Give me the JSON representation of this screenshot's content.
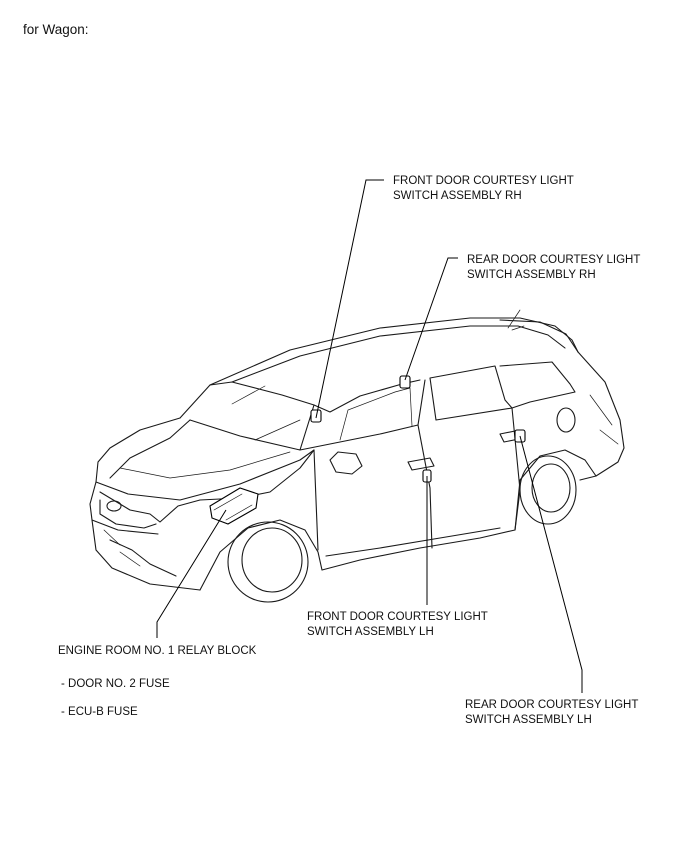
{
  "header": "for Wagon:",
  "labels": {
    "front_rh": [
      "FRONT DOOR COURTESY LIGHT",
      "SWITCH ASSEMBLY RH"
    ],
    "rear_rh": [
      "REAR DOOR COURTESY LIGHT",
      "SWITCH ASSEMBLY RH"
    ],
    "front_lh": [
      "FRONT DOOR COURTESY LIGHT",
      "SWITCH ASSEMBLY LH"
    ],
    "rear_lh": [
      "REAR DOOR COURTESY LIGHT",
      "SWITCH ASSEMBLY LH"
    ],
    "relay_block": "ENGINE ROOM NO. 1 RELAY BLOCK",
    "fuses": [
      "- DOOR NO. 2 FUSE",
      "- ECU-B FUSE"
    ]
  }
}
